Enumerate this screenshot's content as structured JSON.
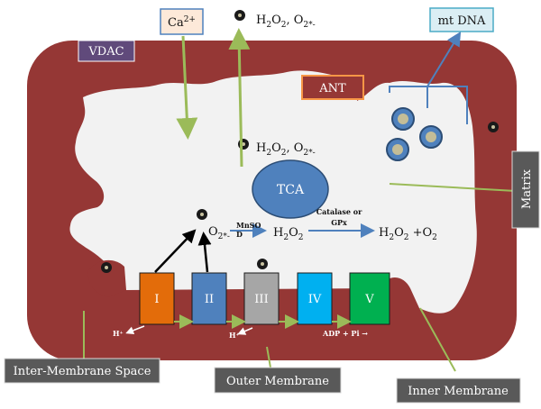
{
  "labels": {
    "vdac": "VDAC",
    "calcium": "Ca",
    "calcium_sup": "2+",
    "ant": "ANT",
    "mtdna": "mt DNA",
    "tca": "TCA",
    "matrix": "Matrix",
    "inter_membrane_space": "Inter-Membrane Space",
    "outer_membrane": "Outer Membrane",
    "inner_membrane": "Inner Membrane"
  },
  "complexes": [
    {
      "label": "I",
      "color": "#e36c0a"
    },
    {
      "label": "II",
      "color": "#4f81bd"
    },
    {
      "label": "III",
      "color": "#a6a6a6"
    },
    {
      "label": "IV",
      "color": "#00b0f0"
    },
    {
      "label": "V",
      "color": "#00b050"
    }
  ],
  "reactions": {
    "top_ros": "H2O2, O2*-",
    "matrix_ros": "H2O2, O2*-",
    "superoxide": "O2*-",
    "h2o2": "H2O2",
    "product": "H2O2 +O2",
    "mnsod_line1": "MnSO",
    "mnsod_line2": "D",
    "catalase_line1": "Catalase or",
    "catalase_line2": "GPx",
    "h_ion_1": "H⁺",
    "h_ion_2": "H⁺",
    "adp": "ADP + Pi →"
  },
  "colors": {
    "membrane": "#953735",
    "matrix": "#f2f2f2",
    "label_box": "#595959",
    "label_box_border": "#d9d9d9",
    "arrow_green": "#9bbb59",
    "arrow_blue": "#4f81bd",
    "vdac_box": "#604a7b",
    "ant_box": "#953735",
    "ant_border": "#f79646",
    "ca_box": "#fde9d9",
    "mtdna_box": "#dbeef4",
    "mtdna_border": "#4bacc6"
  }
}
